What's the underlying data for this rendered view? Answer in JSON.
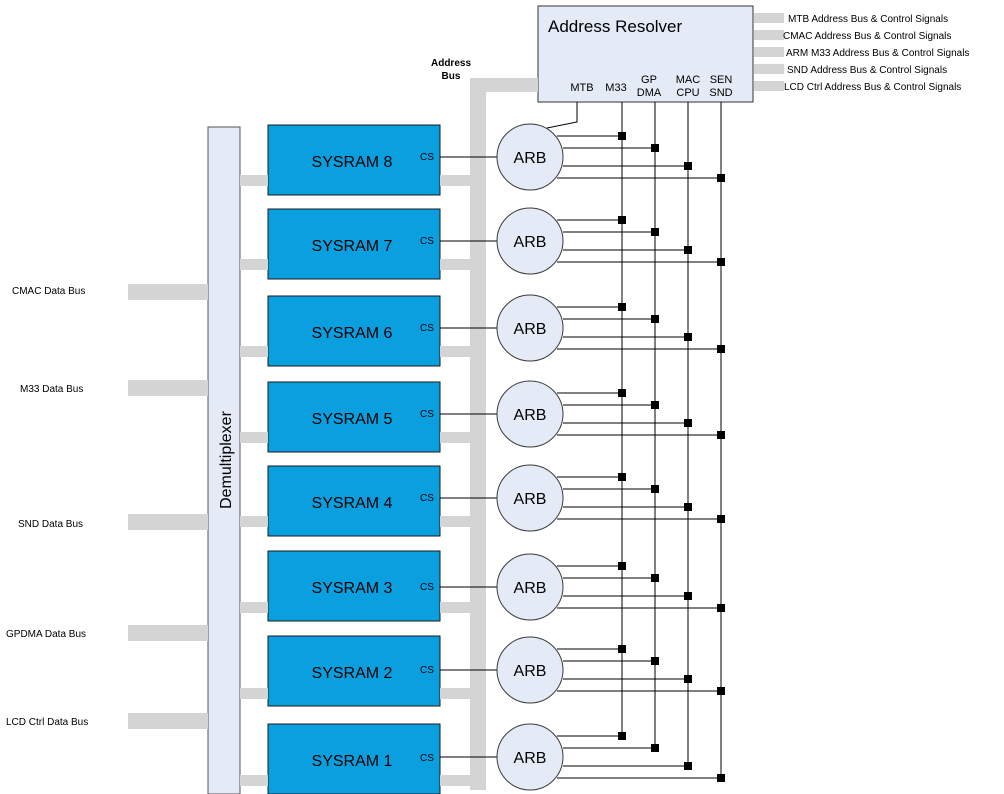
{
  "address_resolver": {
    "title": "Address Resolver",
    "ports": [
      {
        "id": "mtb",
        "lines": [
          "MTB"
        ]
      },
      {
        "id": "m33",
        "lines": [
          "M33"
        ]
      },
      {
        "id": "gpdma",
        "lines": [
          "GP",
          "DMA"
        ]
      },
      {
        "id": "mac",
        "lines": [
          "MAC",
          "CPU"
        ]
      },
      {
        "id": "sen",
        "lines": [
          "SEN",
          "SND"
        ]
      }
    ]
  },
  "address_buses": [
    "MTB Address Bus & Control Signals",
    "CMAC Address Bus & Control Signals",
    "ARM M33 Address Bus & Control Signals",
    "SND Address Bus & Control Signals",
    "LCD Ctrl Address Bus & Control Signals"
  ],
  "address_bus_label": [
    "Address",
    "Bus"
  ],
  "demux_label": "Demultiplexer",
  "data_buses": [
    "CMAC Data Bus",
    "M33 Data Bus",
    "SND Data Bus",
    "GPDMA Data Bus",
    "LCD Ctrl Data Bus"
  ],
  "cs_label": "CS",
  "arb_label": "ARB",
  "sysrams": [
    "SYSRAM 8",
    "SYSRAM 7",
    "SYSRAM 6",
    "SYSRAM 5",
    "SYSRAM 4",
    "SYSRAM 3",
    "SYSRAM 2",
    "SYSRAM 1"
  ]
}
